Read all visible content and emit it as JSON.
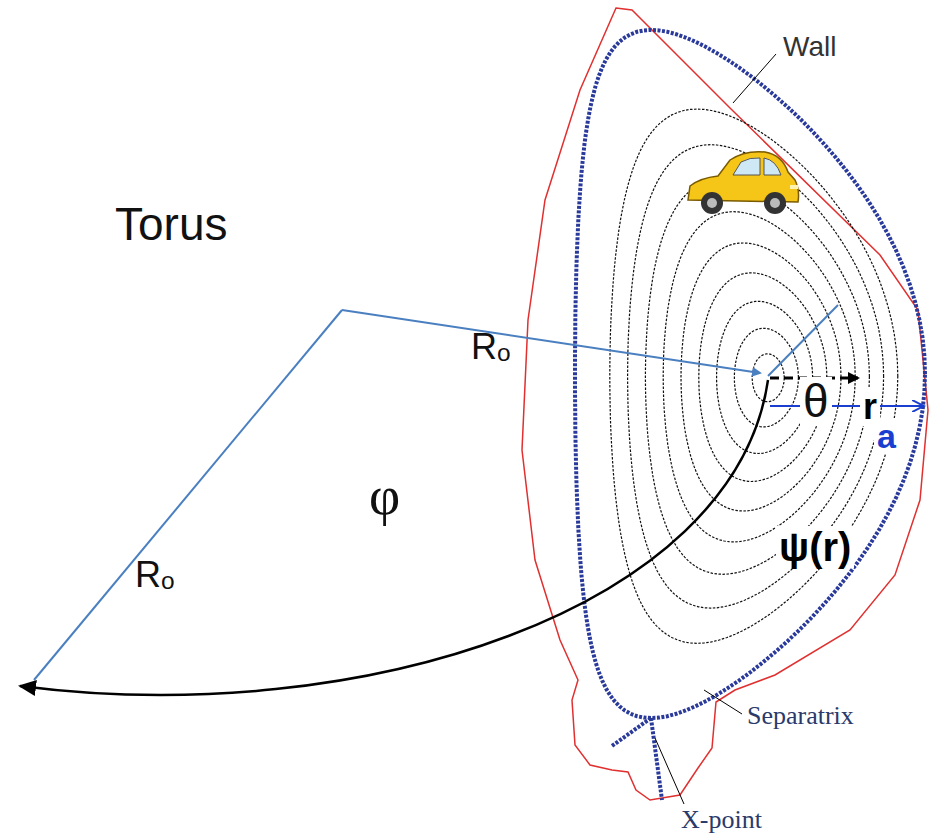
{
  "diagram": {
    "labels": [
      "Torus",
      "Rₒ",
      "Rₒ",
      "φ",
      "θ",
      "r",
      "a",
      "ψ(r)",
      "Wall",
      "Separatrix",
      "X-point"
    ]
  }
}
